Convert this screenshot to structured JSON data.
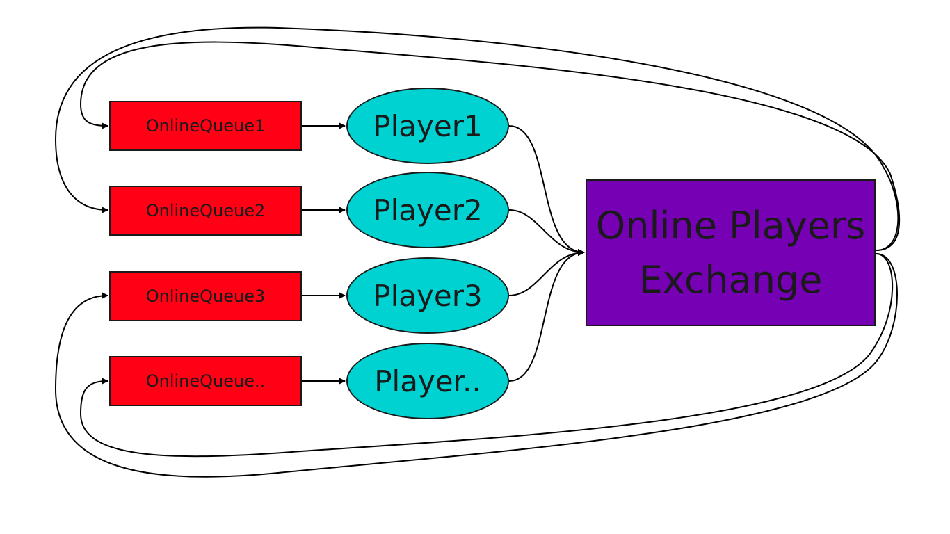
{
  "colors": {
    "queue_fill": "#ff0015",
    "player_fill": "#00d2d2",
    "exchange_fill": "#7500b4",
    "stroke": "#000000"
  },
  "queues": [
    {
      "label": "OnlineQueue1"
    },
    {
      "label": "OnlineQueue2"
    },
    {
      "label": "OnlineQueue3"
    },
    {
      "label": "OnlineQueue.."
    }
  ],
  "players": [
    {
      "label": "Player1"
    },
    {
      "label": "Player2"
    },
    {
      "label": "Player3"
    },
    {
      "label": "Player.."
    }
  ],
  "exchange": {
    "line1": "Online Players",
    "line2": "Exchange"
  },
  "edges": [
    {
      "from": "OnlineQueue1",
      "to": "Player1"
    },
    {
      "from": "OnlineQueue2",
      "to": "Player2"
    },
    {
      "from": "OnlineQueue3",
      "to": "Player3"
    },
    {
      "from": "OnlineQueue..",
      "to": "Player.."
    },
    {
      "from": "Player1",
      "to": "Online Players Exchange"
    },
    {
      "from": "Player2",
      "to": "Online Players Exchange"
    },
    {
      "from": "Player3",
      "to": "Online Players Exchange"
    },
    {
      "from": "Player..",
      "to": "Online Players Exchange"
    },
    {
      "from": "Online Players Exchange",
      "to": "OnlineQueue1"
    },
    {
      "from": "Online Players Exchange",
      "to": "OnlineQueue2"
    },
    {
      "from": "Online Players Exchange",
      "to": "OnlineQueue3"
    },
    {
      "from": "Online Players Exchange",
      "to": "OnlineQueue.."
    }
  ]
}
